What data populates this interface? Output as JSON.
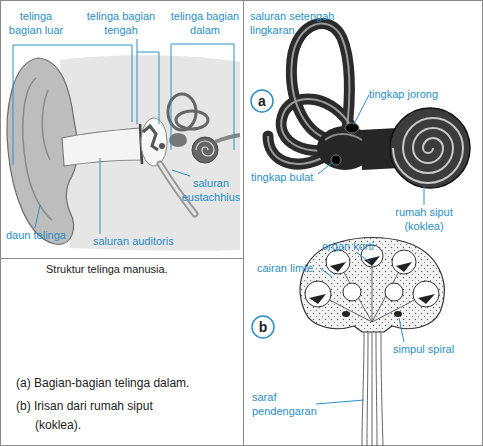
{
  "diagram": {
    "nodes": [
      {
        "text": [
          "a"
        ]
      },
      {
        "text": [
          "b"
        ]
      }
    ],
    "labels": [
      "telinga bagian luar",
      "telinga bagian tengah",
      "telinga bagian dalam",
      "saluran eustachhius",
      "daun telinga",
      "saluran auditoris",
      "Struktur telinga manusia.",
      "(a) Bagian-bagian telinga dalam.",
      "(b) Irisan dari rumah siput (koklea).",
      "saluran setengah lingkaran",
      "tingkap jorong",
      "tingkap bulat",
      "rumah siput (koklea)",
      "organ korti",
      "cairan limfe",
      "simpul spiral",
      "saraf pendengaran"
    ]
  }
}
